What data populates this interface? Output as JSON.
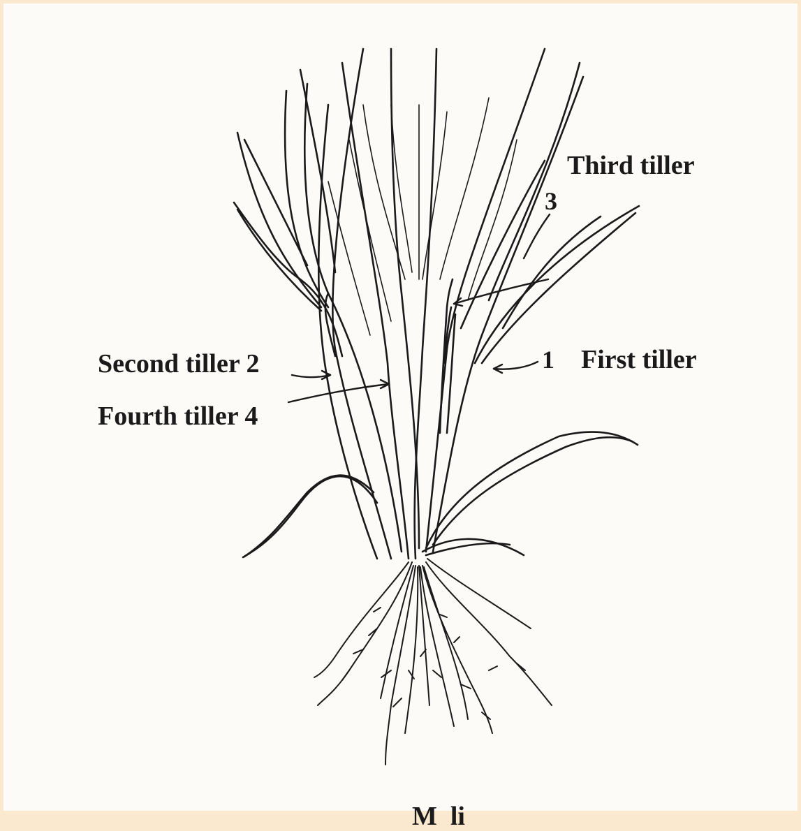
{
  "labels": {
    "third_tiller": "Third tiller",
    "num_3": "3",
    "second_tiller": "Second tiller 2",
    "num_1": "1",
    "first_tiller": "First tiller",
    "fourth_tiller": "Fourth tiller 4",
    "bottom_caption": "M  li"
  },
  "colors": {
    "background_border": "#fbe9cf",
    "page": "#fcfbf8",
    "ink": "#1a1a1a"
  }
}
